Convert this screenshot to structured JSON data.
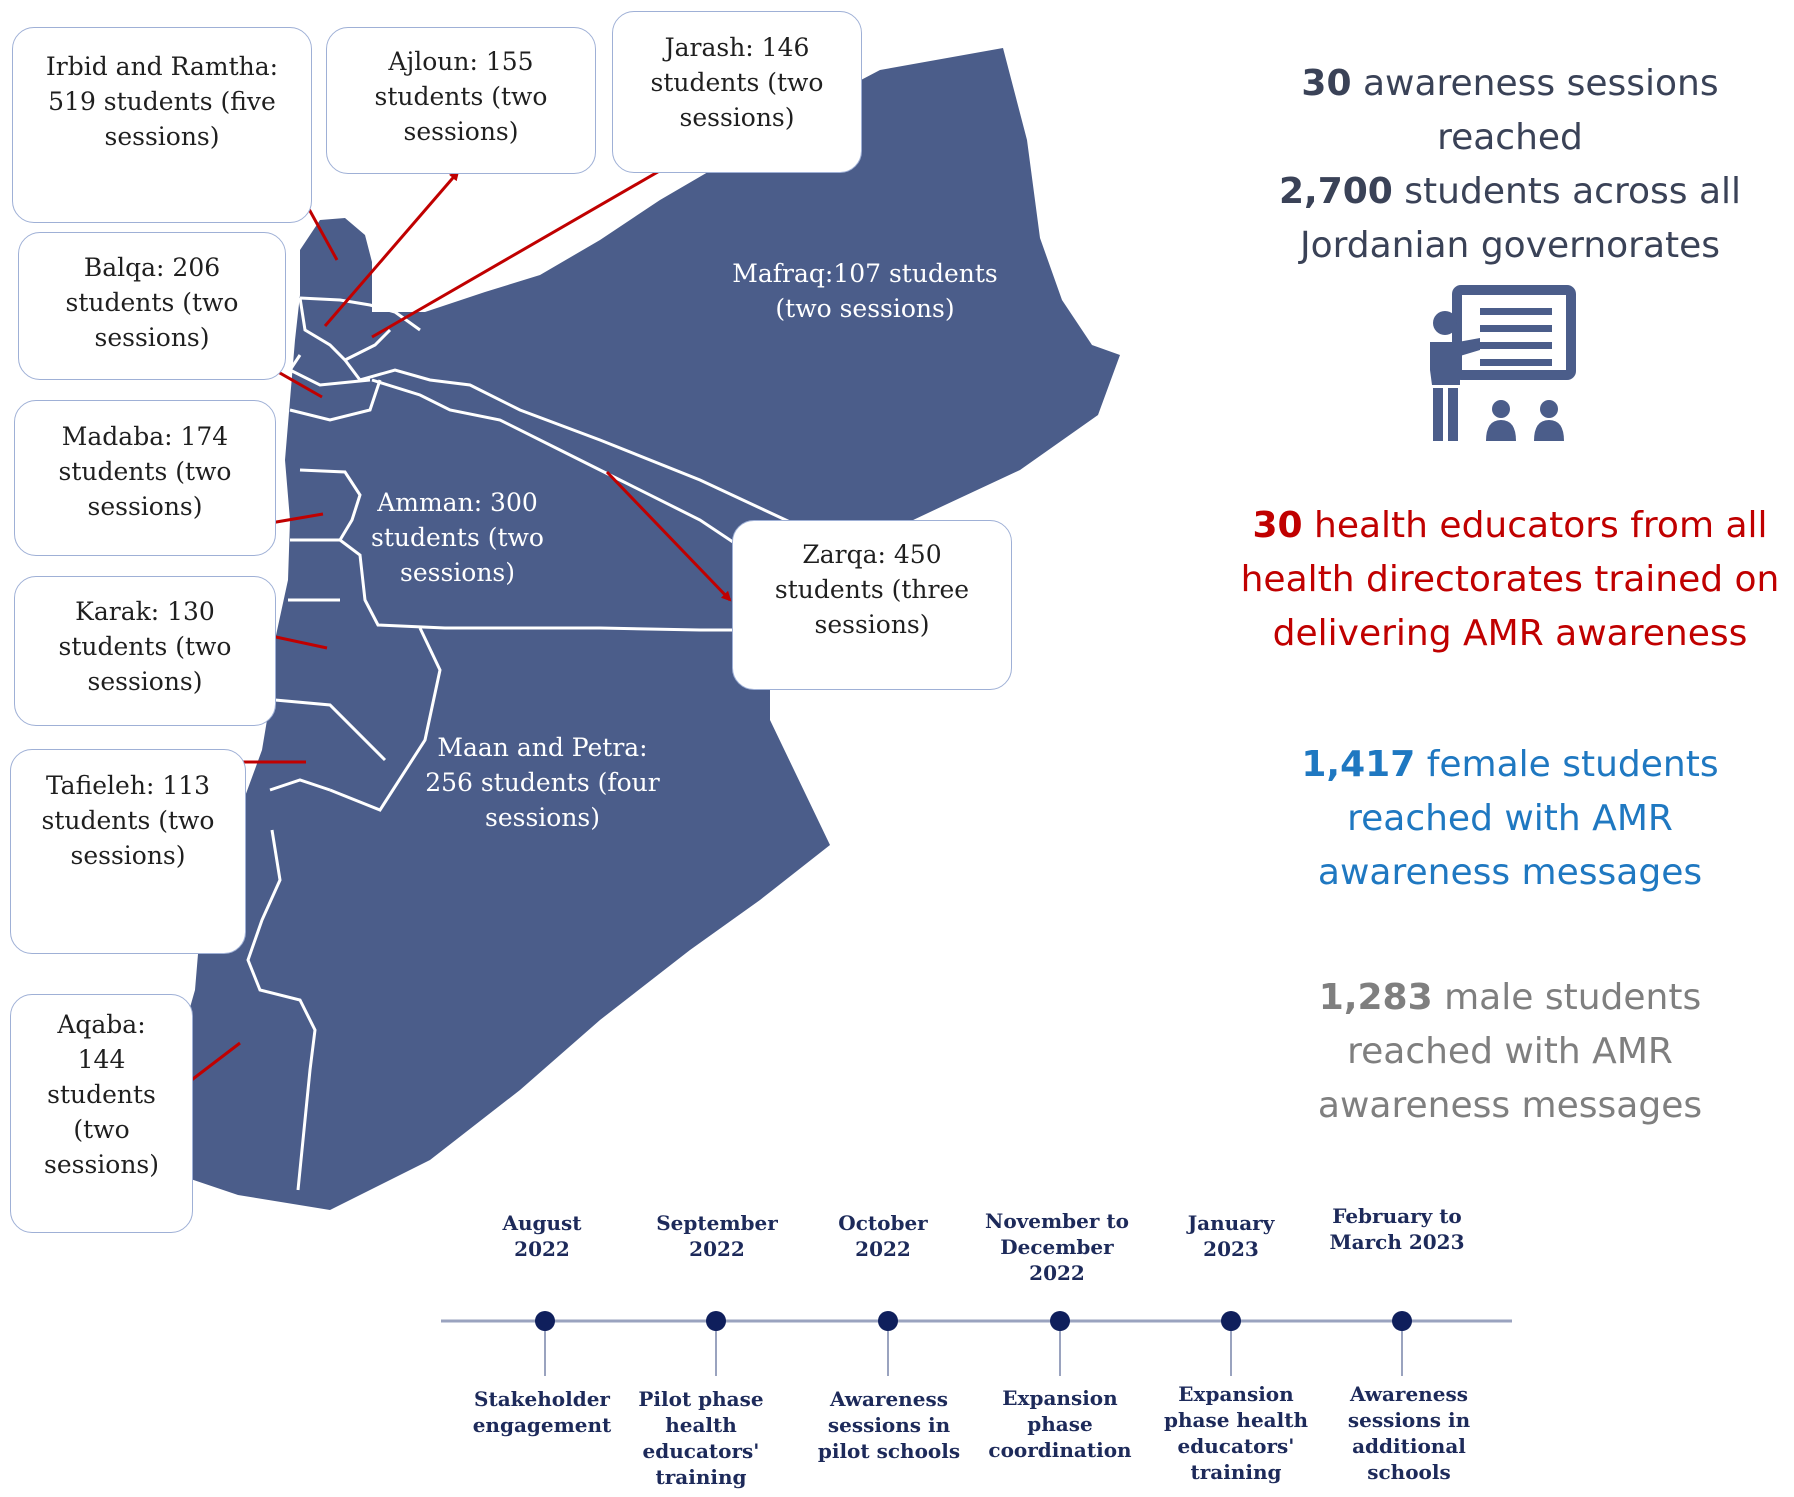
{
  "colors": {
    "map_fill": "#4b5d8a",
    "map_border": "#ffffff",
    "arrow": "#c00000",
    "callout_border": "#9fb0d6",
    "stat_dark": "#3a4257",
    "stat_red": "#c00000",
    "stat_blue": "#1f78c1",
    "stat_gray": "#7f7f7f",
    "timeline": "#1d2a5a"
  },
  "callouts": {
    "irbid": [
      "Irbid and Ramtha:",
      "519 students (five",
      "sessions)"
    ],
    "ajloun": [
      "Ajloun: 155",
      "students (two",
      "sessions)"
    ],
    "jarash": [
      "Jarash: 146",
      "students (two",
      "sessions)"
    ],
    "balqa": [
      "Balqa: 206",
      "students (two",
      "sessions)"
    ],
    "madaba": [
      "Madaba: 174",
      "students (two",
      "sessions)"
    ],
    "karak": [
      "Karak: 130",
      "students (two",
      "sessions)"
    ],
    "tafieleh": [
      "Tafieleh: 113",
      "students (two",
      "sessions)"
    ],
    "aqaba": [
      "Aqaba:",
      "144",
      "students",
      "(two",
      "sessions)"
    ],
    "zarqa": [
      "Zarqa: 450",
      "students (three",
      "sessions)"
    ]
  },
  "map_labels": {
    "mafraq": [
      "Mafraq:107 students",
      "(two sessions)"
    ],
    "amman": [
      "Amman: 300",
      "students (two",
      "sessions)"
    ],
    "maan": [
      "Maan and Petra:",
      "256 students (four",
      "sessions)"
    ]
  },
  "stats": {
    "sessions": {
      "line1_bold": "30",
      "line1_rest": " awareness sessions reached",
      "line2_bold": "2,700",
      "line2_rest": " students across all",
      "line3": "Jordanian governorates"
    },
    "educators": {
      "line1_bold": "30",
      "line1_rest": " health educators from all",
      "line2": "health directorates trained on",
      "line3": "delivering AMR awareness"
    },
    "female": {
      "line1_bold": "1,417",
      "line1_rest": " female students",
      "line2": "reached with AMR",
      "line3": "awareness messages"
    },
    "male": {
      "line1_bold": "1,283",
      "line1_rest": " male students",
      "line2": "reached with AMR",
      "line3": "awareness messages"
    }
  },
  "icon": "teacher-presentation-icon",
  "timeline": [
    {
      "date": [
        "August",
        "2022"
      ],
      "desc": [
        "Stakeholder",
        "engagement"
      ]
    },
    {
      "date": [
        "September",
        "2022"
      ],
      "desc": [
        "Pilot phase",
        "health",
        "educators'",
        "training"
      ]
    },
    {
      "date": [
        "October",
        "2022"
      ],
      "desc": [
        "Awareness",
        "sessions in",
        "pilot schools"
      ]
    },
    {
      "date": [
        "November to",
        "December",
        "2022"
      ],
      "desc": [
        "Expansion",
        "phase",
        "coordination"
      ]
    },
    {
      "date": [
        "January",
        "2023"
      ],
      "desc": [
        "Expansion",
        "phase health",
        "educators'",
        "training"
      ]
    },
    {
      "date": [
        "February to",
        "March 2023"
      ],
      "desc": [
        "Awareness",
        "sessions in",
        "additional",
        "schools"
      ]
    }
  ]
}
